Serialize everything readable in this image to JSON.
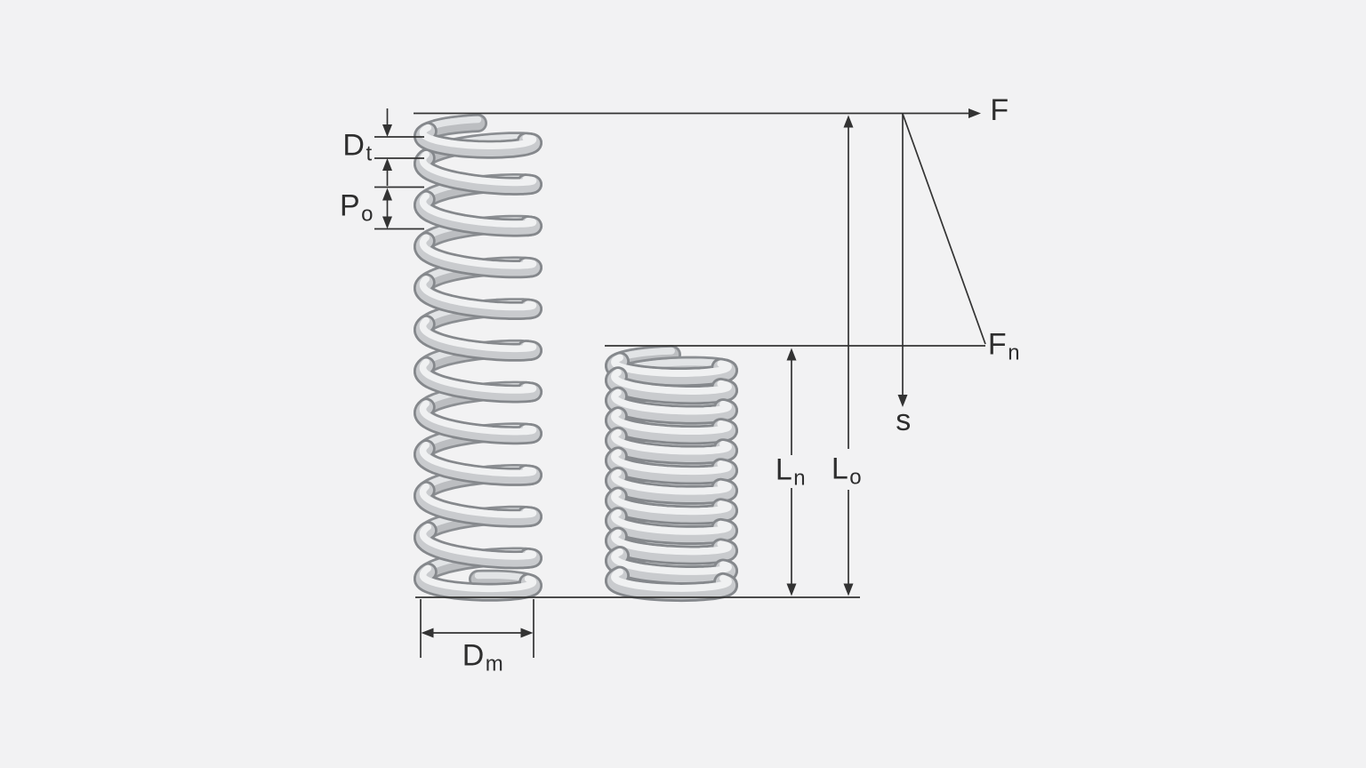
{
  "diagram": {
    "background": "#f2f2f3",
    "line_color": "#333333",
    "labels": {
      "wire_diameter": {
        "main": "D",
        "sub": "t"
      },
      "initial_pitch": {
        "main": "P",
        "sub": "o"
      },
      "mean_coil_diameter": {
        "main": "D",
        "sub": "m"
      },
      "loaded_length": {
        "main": "L",
        "sub": "n"
      },
      "free_length": {
        "main": "L",
        "sub": "o"
      },
      "force_axis": {
        "main": "F",
        "sub": ""
      },
      "force_at_ln": {
        "main": "F",
        "sub": "n"
      },
      "deflection_axis": {
        "main": "s",
        "sub": ""
      }
    },
    "spring_colors": {
      "edge": "#85888c",
      "body": "#c9cbce",
      "highlight": "#f0f1f2"
    }
  }
}
